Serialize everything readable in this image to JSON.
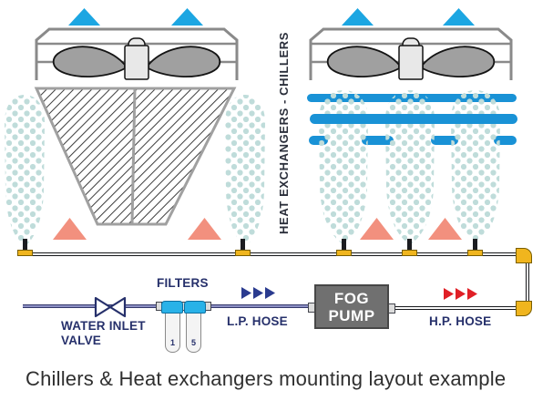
{
  "diagram": {
    "vertical_label": "HEAT EXCHANGERS - CHILLERS",
    "caption": "Chillers & Heat exchangers mounting layout example"
  },
  "plumbing": {
    "filters_label": "FILTERS",
    "filter_1": "1",
    "filter_2": "5",
    "water_inlet_line1": "WATER INLET",
    "water_inlet_line2": "VALVE",
    "lp_hose": "L.P. HOSE",
    "hp_hose": "H.P. HOSE",
    "fog_pump_line1": "FOG",
    "fog_pump_line2": "PUMP"
  },
  "colors": {
    "air_arrow_blue": "#1ca6e2",
    "exchanger_tube_blue": "#1992d6",
    "spray_pink": "#f2907e",
    "mist_dot_teal": "#bfdcda",
    "fitting_yellow": "#f0b51e",
    "label_navy": "#26306b",
    "water_line_blue": "#8d90c4",
    "filter_cap_cyan": "#29b2e8",
    "lp_arrow_blue": "#2a3b8f",
    "hp_arrow_red": "#e01f26",
    "pump_gray": "#707070"
  }
}
